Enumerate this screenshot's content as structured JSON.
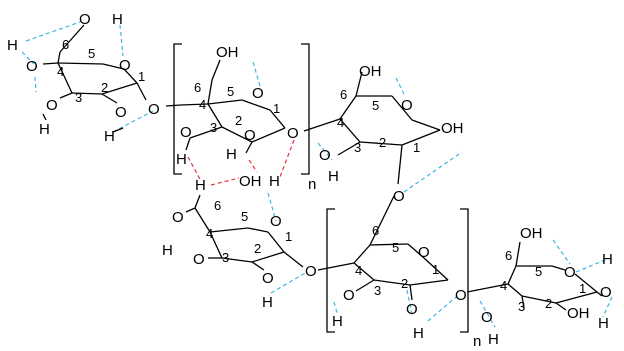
{
  "labels": {
    "oxygen": "O",
    "hydrogen": "H",
    "hydroxyl": "OH",
    "repeat": "n",
    "ring_positions": [
      "1",
      "2",
      "3",
      "4",
      "5",
      "6"
    ]
  },
  "colors": {
    "bond": "#000000",
    "intramolecular_hbond": "#3bb6e3",
    "intermolecular_hbond": "#e8323c"
  }
}
